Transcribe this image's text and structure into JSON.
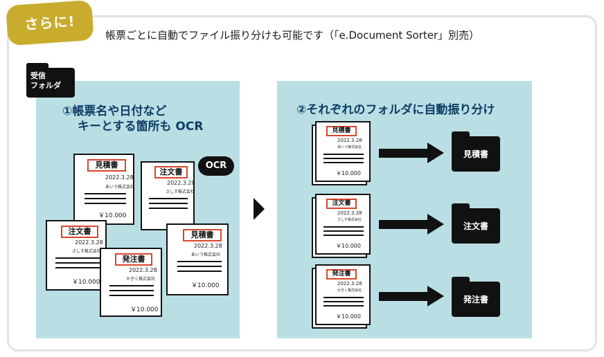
{
  "badge": {
    "label": "さらに!"
  },
  "headline": "帳票ごとに自動でファイル振り分けも可能です（「e.Document Sorter」別売）",
  "inbox_folder": {
    "label_line1": "受信",
    "label_line2": "フォルダ"
  },
  "step1": {
    "title_line1": "①帳票名や日付など",
    "title_line2": "キーとする箇所も OCR"
  },
  "ocr_badge": "OCR",
  "step2": {
    "title": "②それぞれのフォルダに自動振り分け"
  },
  "documents": [
    {
      "tag": "見積書",
      "date": "2022.3.28",
      "company": "あいう株式会社",
      "amount": "￥10.000"
    },
    {
      "tag": "注文書",
      "date": "2022.3.28",
      "company": "さしす株式会社",
      "amount": "￥10.000"
    },
    {
      "tag": "注文書",
      "date": "2022.3.28",
      "company": "さしす株式会社",
      "amount": "￥10.000"
    },
    {
      "tag": "見積書",
      "date": "2022.3.28",
      "company": "あいう株式会社",
      "amount": "￥10.000"
    },
    {
      "tag": "発注書",
      "date": "2022.3.28",
      "company": "かきく株式会社",
      "amount": "￥10.000"
    }
  ],
  "sorted": [
    {
      "tag": "見積書",
      "date": "2022.3.28",
      "company": "あいう株式会社",
      "amount": "￥10.000",
      "folder": "見積書"
    },
    {
      "tag": "注文書",
      "date": "2022.3.28",
      "company": "さしす株式会社",
      "amount": "￥10.000",
      "folder": "注文書"
    },
    {
      "tag": "発注書",
      "date": "2022.3.28",
      "company": "かきく株式会社",
      "amount": "￥10.000",
      "folder": "発注書"
    }
  ]
}
